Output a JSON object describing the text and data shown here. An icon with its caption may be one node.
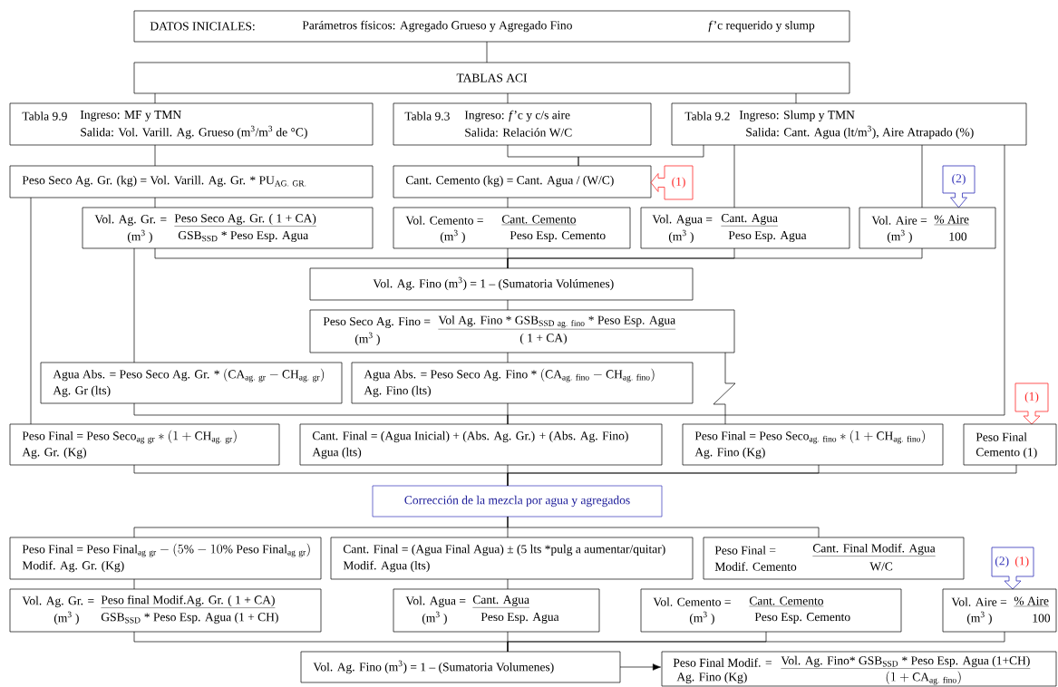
{
  "diagram": {
    "nodes": [
      {
        "text": [
          "DATOS INICIALES:",
          "Parámetros físicos: Agregado Grueso y Agregado Fino",
          "*f*’c requerido y slump"
        ]
      },
      {
        "text": [
          "TABLAS ACI"
        ]
      },
      {
        "text": [
          "Tabla 9.9",
          "Ingreso: MF y TMN",
          "Salida: Vol. Varill. Ag. Grueso (m$^{3}$/m$^{3}$ de °C)"
        ]
      },
      {
        "text": [
          "Tabla 9.3",
          "Ingreso: *f*’c y c/s aire",
          "Salida: Relación W/C"
        ]
      },
      {
        "text": [
          "Tabla 9.2",
          "Ingreso: Slump y TMN",
          "Salida: Cant. Agua (lt/m$^{3}$), Aire Atrapado (%)"
        ]
      },
      {
        "text": [
          "Peso Seco Ag. Gr. (kg) = Vol. Varill. Ag. Gr. *",
          "\\mathrm{PU}_{\\mathrm{AG.\\ GR.}}"
        ]
      },
      {
        "text": [
          "Cant. Cemento (kg) = Cant. Agua / (W/C)"
        ]
      },
      {
        "text": [
          "(1)"
        ]
      },
      {
        "text": [
          "Vol. Ag. Gr. =",
          "(m$^{3}$ )",
          "Peso Seco Ag. Gr. ( 1 + CA)",
          "GSB$_{SSD}$ * Peso Esp. Agua"
        ]
      },
      {
        "text": [
          "Vol. Cemento =",
          "(m$^{3}$ )",
          "Cant. Cemento",
          "Peso Esp. Cemento"
        ]
      },
      {
        "text": [
          "Vol. Agua =",
          "(m$^{3}$ )",
          "Cant. Agua",
          "Peso Esp. Agua"
        ]
      },
      {
        "text": [
          "(2)"
        ]
      },
      {
        "text": [
          "Vol. Aire =",
          "(m$^{3}$ )",
          "% Aire",
          "100"
        ]
      },
      {
        "text": [
          "Vol. Ag. Fino (m$^{3}$) = 1 – (Sumatoria Volúmenes)"
        ]
      },
      {
        "text": [
          "Peso Seco Ag. Fino =",
          "(m$^{3}$ )",
          "Vol Ag. Fino *",
          "\\mathrm{GSB}_{\\mathrm{SSD\\ ag.\\ fino}}",
          "* Peso Esp. Agua",
          "( 1 + CA)"
        ]
      },
      {
        "text": [
          "Agua Abs. = Peso Seco Ag. Gr. *",
          "(\\mathrm{CA}_{\\mathrm{ag.\\ gr}} - \\mathrm{CH}_{\\mathrm{ag.\\ gr}})",
          "Ag. Gr (lts)"
        ]
      },
      {
        "text": [
          "Agua Abs. = Peso Seco Ag. Fino *",
          "(\\mathrm{CA}_{\\mathrm{ag.\\ fino}} - \\mathrm{CH}_{\\mathrm{ag.\\ fino}})",
          "Ag. Fino (lts)"
        ]
      },
      {
        "text": [
          "Peso Final =",
          "\\mathrm{Peso\\ Seco}_{\\mathrm{ag\\ gr}} * (1 + \\mathrm{CH}_{\\mathrm{ag.\\ gr}})",
          "Ag. Gr. (Kg)"
        ]
      },
      {
        "text": [
          "Cant. Final = (Agua Inicial) + (Abs. Ag. Gr.) + (Abs. Ag. Fino)",
          "Agua (lts)"
        ]
      },
      {
        "text": [
          "Peso Final =",
          "\\mathrm{Peso\\ Seco}_{\\mathrm{ag.\\ fino}} * (1 + \\mathrm{CH}_{\\mathrm{ag.\\ fino}})",
          "Ag. Fino (Kg)"
        ]
      },
      {
        "text": [
          "(1)"
        ]
      },
      {
        "text": [
          "Peso Final",
          "Cemento (1)"
        ]
      },
      {
        "text": [
          "Corrección de la mezcla por agua y agregados"
        ]
      },
      {
        "text": [
          "Peso Final =",
          "\\mathrm{Peso\\ Final}_{\\mathrm{ag\\ gr}} - (5\\% - 10\\%\\ \\mathrm{Peso\\ Final}_{\\mathrm{ag\\ gr}})",
          "Modif. Ag. Gr. (Kg)"
        ]
      },
      {
        "text": [
          "Cant. Final = (Agua Final Agua) ± (5 lts *pulg a aumentar/quitar)",
          "Modif. Agua (lts)"
        ]
      },
      {
        "text": [
          "Peso Final =",
          "Modif. Cemento",
          "Cant. Final Modif. Agua",
          "W/C"
        ]
      },
      {
        "text": [
          "Vol. Ag. Gr. =",
          "(m$^{3}$ )",
          "Peso final Modif.Ag. Gr. ( 1 + CA)",
          "GSB$_{SSD}$ * Peso Esp. Agua (1 + CH)"
        ]
      },
      {
        "text": [
          "Vol. Agua =",
          "(m$^{3}$ )",
          "Cant. Agua",
          "Peso Esp. Agua"
        ]
      },
      {
        "text": [
          "Vol. Cemento =",
          "(m$^{3}$ )",
          "Cant. Cemento",
          "Peso Esp. Cemento"
        ]
      },
      {
        "text": [
          "(2)",
          "(1)"
        ]
      },
      {
        "text": [
          "Vol. Aire =",
          "(m$^{3}$ )",
          "% Aire",
          "100"
        ]
      },
      {
        "text": [
          "Vol. Ag. Fino (m$^{3}$) = 1 – (Sumatoria Volumenes)"
        ]
      },
      {
        "text": [
          "Peso Final Modif. =",
          "Ag. Fino (Kg)",
          "Vol. Ag. Fino* GSB$_{SSD}$ * Peso Esp. Agua (1+CH)",
          "(1 + \\mathrm{CA}_{\\mathrm{ag.\\ fino}})"
        ]
      }
    ],
    "edges": [
      {
        "from": 0,
        "to": 1,
        "arrow": "none"
      },
      {
        "from": 1,
        "to": 2,
        "arrow": "none"
      },
      {
        "from": 1,
        "to": 3,
        "arrow": "none"
      },
      {
        "from": 1,
        "to": 4,
        "arrow": "none"
      },
      {
        "from": 2,
        "to": 5,
        "arrow": "none"
      },
      {
        "from": 3,
        "to": 6,
        "arrow": "none"
      },
      {
        "from": 4,
        "to": 6,
        "arrow": "none"
      },
      {
        "from": 4,
        "to": 10,
        "arrow": "none"
      },
      {
        "from": 4,
        "to": 12,
        "arrow": "none"
      },
      {
        "from": 4,
        "to": 18,
        "arrow": "none"
      },
      {
        "from": 5,
        "to": 8,
        "arrow": "none"
      },
      {
        "from": 5,
        "to": 17,
        "arrow": "none"
      },
      {
        "from": 6,
        "to": 9,
        "arrow": "none"
      },
      {
        "from": 8,
        "to": 13,
        "arrow": "none"
      },
      {
        "from": 9,
        "to": 13,
        "arrow": "none"
      },
      {
        "from": 10,
        "to": 13,
        "arrow": "none"
      },
      {
        "from": 12,
        "to": 13,
        "arrow": "none"
      },
      {
        "from": 8,
        "to": 15,
        "arrow": "none"
      },
      {
        "from": 13,
        "to": 14,
        "arrow": "none"
      },
      {
        "from": 14,
        "to": 16,
        "arrow": "none"
      },
      {
        "from": 14,
        "to": 19,
        "arrow": "none"
      },
      {
        "from": 15,
        "to": 18,
        "arrow": "none"
      },
      {
        "from": 16,
        "to": 18,
        "arrow": "none"
      },
      {
        "from": 17,
        "to": 22,
        "arrow": "none"
      },
      {
        "from": 18,
        "to": 22,
        "arrow": "none"
      },
      {
        "from": 19,
        "to": 22,
        "arrow": "none"
      },
      {
        "from": 21,
        "to": 22,
        "arrow": "none"
      },
      {
        "from": 22,
        "to": 23,
        "arrow": "none"
      },
      {
        "from": 22,
        "to": 24,
        "arrow": "none"
      },
      {
        "from": 22,
        "to": 25,
        "arrow": "none"
      },
      {
        "from": 23,
        "to": 26,
        "arrow": "none"
      },
      {
        "from": 24,
        "to": 27,
        "arrow": "none"
      },
      {
        "from": 26,
        "to": 31,
        "arrow": "none"
      },
      {
        "from": 27,
        "to": 31,
        "arrow": "none"
      },
      {
        "from": 28,
        "to": 31,
        "arrow": "none"
      },
      {
        "from": 30,
        "to": 31,
        "arrow": "none"
      },
      {
        "from": 31,
        "to": 32,
        "arrow": "to"
      }
    ]
  }
}
